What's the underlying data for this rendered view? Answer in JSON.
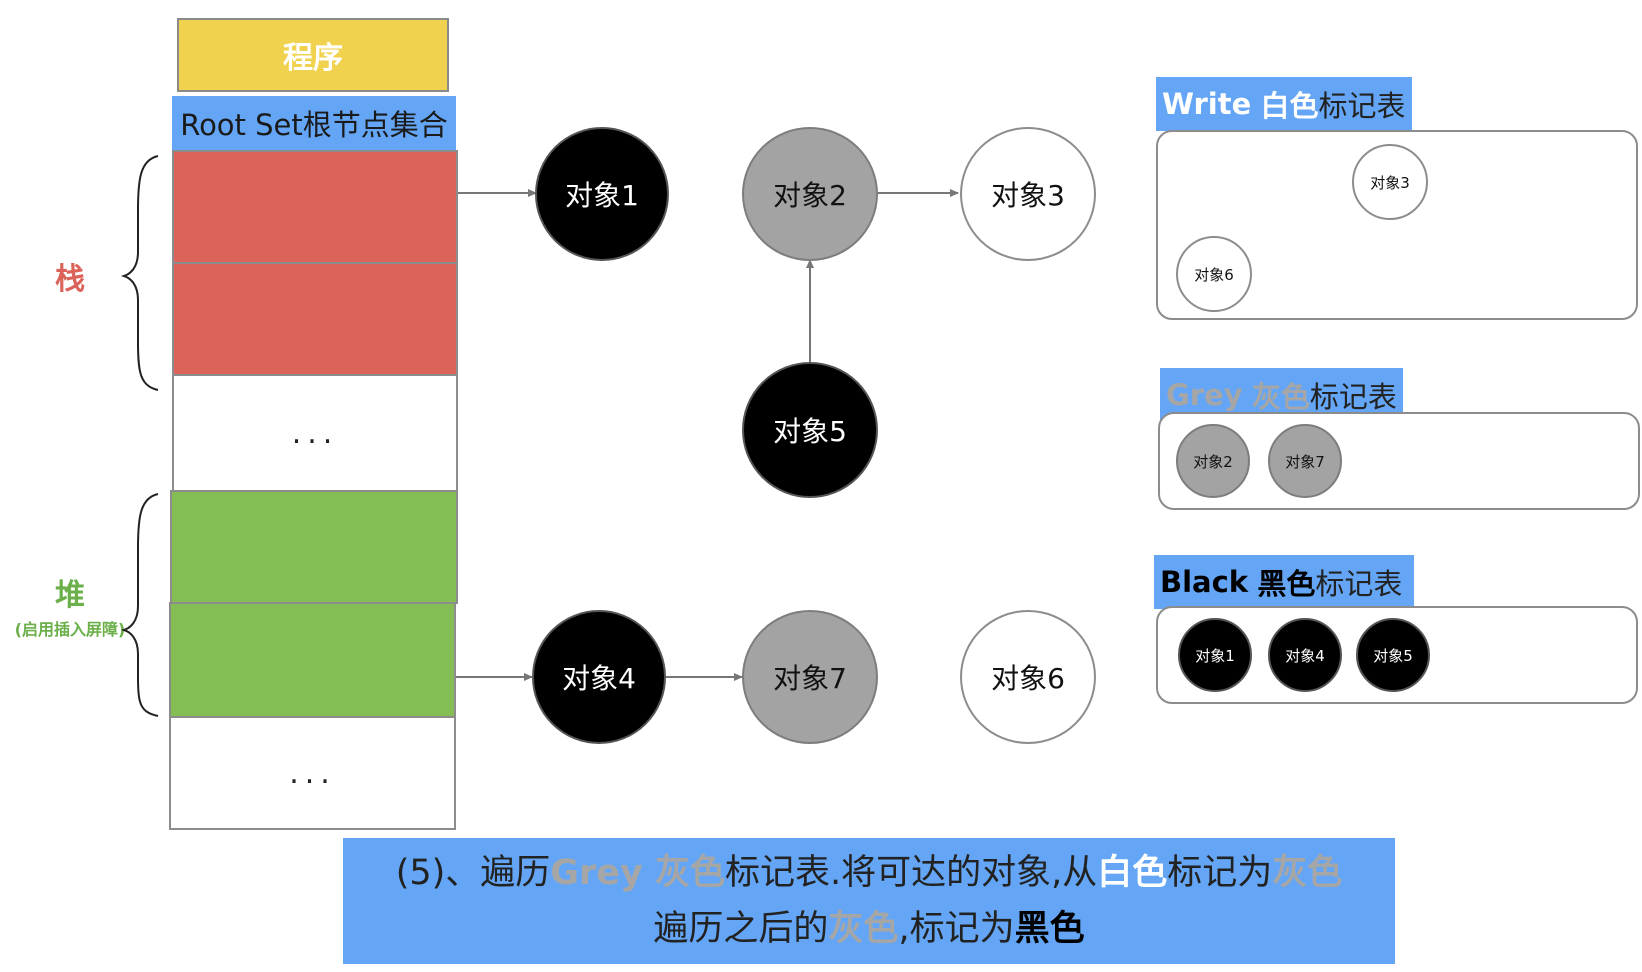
{
  "program": "程序",
  "root_set": "Root Set根节点集合",
  "stack_label": "栈",
  "heap_label": "堆",
  "heap_sublabel": "(启用插入屏障)",
  "ellipsis": "...",
  "nodes": {
    "n1": "对象1",
    "n2": "对象2",
    "n3": "对象3",
    "n4": "对象4",
    "n5": "对象5",
    "n6": "对象6",
    "n7": "对象7"
  },
  "tables": {
    "white": {
      "title_en": "Write",
      "title_color": "白色",
      "title_suffix": "标记表",
      "items": [
        "对象3",
        "对象6"
      ]
    },
    "grey": {
      "title_en": "Grey",
      "title_color": "灰色",
      "title_suffix": "标记表",
      "items": [
        "对象2",
        "对象7"
      ]
    },
    "black": {
      "title_en": "Black",
      "title_color": "黑色",
      "title_suffix": "标记表",
      "items": [
        "对象1",
        "对象4",
        "对象5"
      ]
    }
  },
  "caption": {
    "line1": [
      "(5)、遍历",
      "Grey 灰色",
      "标记表.将可达的对象,从",
      "白色",
      "标记为",
      "灰色"
    ],
    "line2": [
      "遍历之后的",
      "灰色",
      ",标记为",
      "黑色"
    ]
  },
  "colors": {
    "program": "#f0d24e",
    "root_set": "#64a6f5",
    "stack": "#dc635a",
    "heap": "#84bd53",
    "grey_node": "#a3a3a3",
    "black_node": "#000000"
  }
}
